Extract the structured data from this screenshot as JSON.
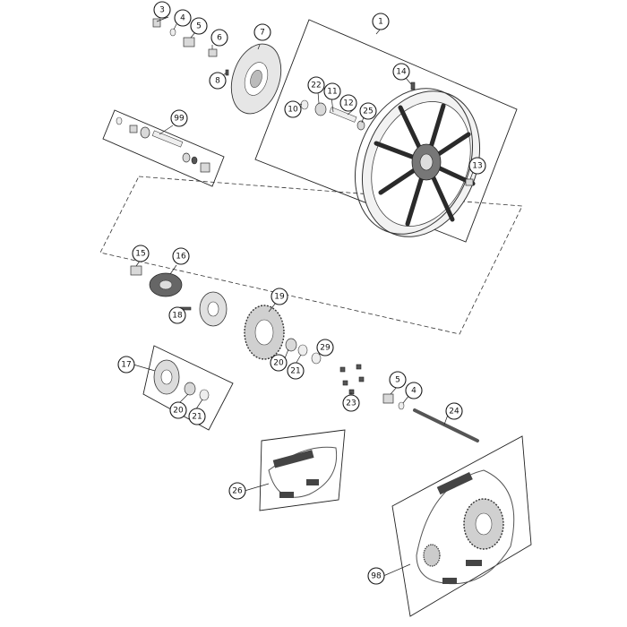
{
  "callouts": [
    {
      "id": "c1",
      "label": "1"
    },
    {
      "id": "c3",
      "label": "3"
    },
    {
      "id": "c4a",
      "label": "4"
    },
    {
      "id": "c5a",
      "label": "5"
    },
    {
      "id": "c6",
      "label": "6"
    },
    {
      "id": "c7",
      "label": "7"
    },
    {
      "id": "c8",
      "label": "8"
    },
    {
      "id": "c99",
      "label": "99"
    },
    {
      "id": "c22",
      "label": "22"
    },
    {
      "id": "c11",
      "label": "11"
    },
    {
      "id": "c10",
      "label": "10"
    },
    {
      "id": "c12",
      "label": "12"
    },
    {
      "id": "c25",
      "label": "25"
    },
    {
      "id": "c14",
      "label": "14"
    },
    {
      "id": "c13",
      "label": "13"
    },
    {
      "id": "c15",
      "label": "15"
    },
    {
      "id": "c16",
      "label": "16"
    },
    {
      "id": "c18",
      "label": "18"
    },
    {
      "id": "c19",
      "label": "19"
    },
    {
      "id": "c17",
      "label": "17"
    },
    {
      "id": "c20a",
      "label": "20"
    },
    {
      "id": "c21a",
      "label": "21"
    },
    {
      "id": "c29",
      "label": "29"
    },
    {
      "id": "c20b",
      "label": "20"
    },
    {
      "id": "c21b",
      "label": "21"
    },
    {
      "id": "c23",
      "label": "23"
    },
    {
      "id": "c5b",
      "label": "5"
    },
    {
      "id": "c4b",
      "label": "4"
    },
    {
      "id": "c24",
      "label": "24"
    },
    {
      "id": "c26",
      "label": "26"
    },
    {
      "id": "c98",
      "label": "98"
    }
  ]
}
